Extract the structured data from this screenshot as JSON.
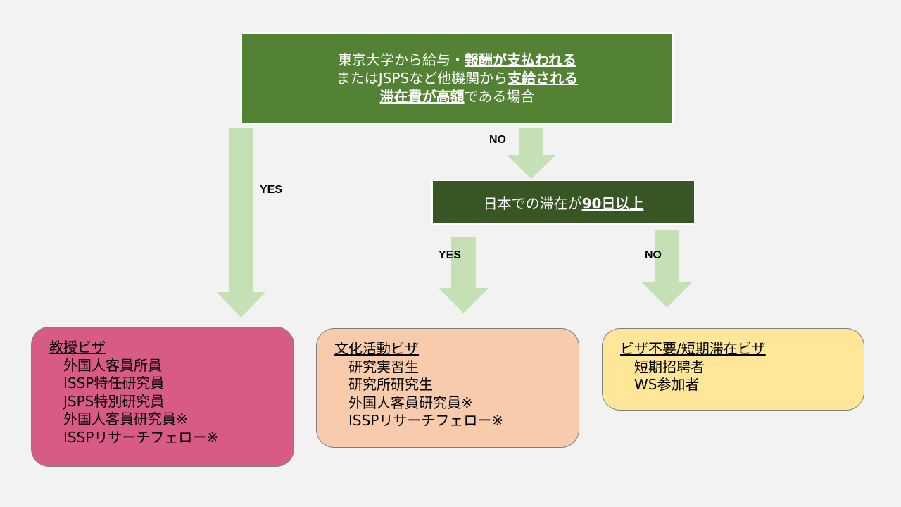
{
  "top_box": {
    "line1_plain": "東京大学から給与・",
    "line1_emph": "報酬が支払われる",
    "line2_plain": "またはJSPSなど他機関から",
    "line2_emph": "支給される",
    "line3_emph": "滞在費が高額",
    "line3_plain": "である場合"
  },
  "mid_box": {
    "plain": "日本での滞在が",
    "emph": "90日以上"
  },
  "labels": {
    "yes_left": "YES",
    "no_top": "NO",
    "yes_mid": "YES",
    "no_right": "NO"
  },
  "results": {
    "professor": {
      "title": "教授ビザ",
      "items": [
        "外国人客員所員",
        "ISSP特任研究員",
        "JSPS特別研究員",
        "外国人客員研究員※",
        "ISSPリサーチフェロー※"
      ]
    },
    "cultural": {
      "title": "文化活動ビザ",
      "items": [
        "研究実習生",
        "研究所研究生",
        "外国人客員研究員※",
        "ISSPリサーチフェロー※"
      ]
    },
    "short_stay": {
      "title": "ビザ不要/短期滞在ビザ",
      "items": [
        "短期招聘者",
        "WS参加者"
      ]
    }
  },
  "colors": {
    "top_box": "#548235",
    "mid_box": "#375623",
    "arrow": "#c5e0b4",
    "professor": "#d85a87",
    "cultural": "#f8cbad",
    "short_stay": "#ffe699"
  }
}
